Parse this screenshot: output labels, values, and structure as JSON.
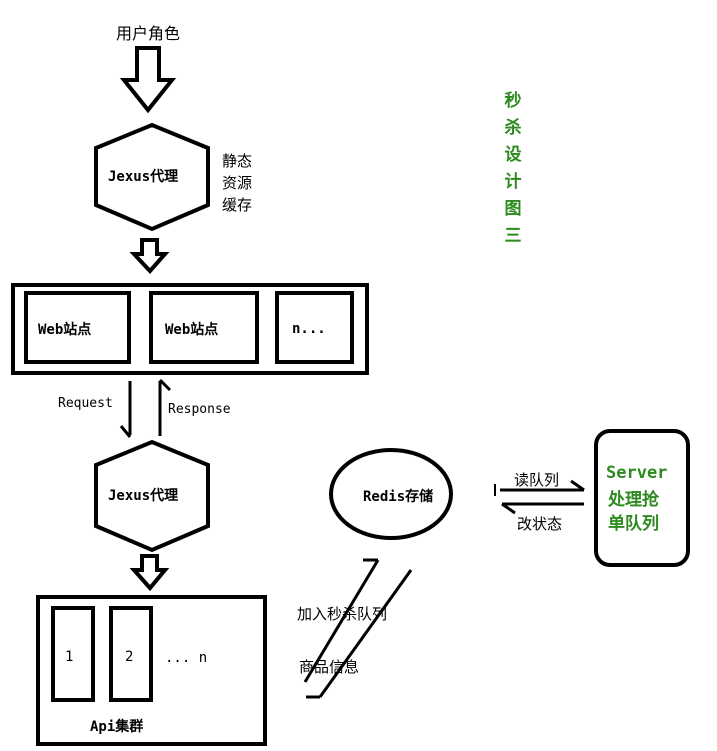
{
  "labels": {
    "user_role": "用户角色",
    "proxy_top": "Jexus代理",
    "static_cache": "静态\n资源\n缓存",
    "web1": "Web站点",
    "web2": "Web站点",
    "web_n": "n...",
    "request": "Request",
    "response": "Response",
    "proxy_bottom": "Jexus代理",
    "redis": "Redis存储",
    "read_queue": "读队列",
    "change_state": "改状态",
    "server_line1": "Server",
    "server_line2": "处理抢",
    "server_line3": "单队列",
    "add_queue": "加入秒杀队列",
    "product_info": "商品信息",
    "api1": "1",
    "api2": "2",
    "api_n": "... n",
    "api_cluster": "Api集群",
    "title": "秒杀设计图三"
  },
  "colors": {
    "accent": "#2d8a1e",
    "stroke": "#000000"
  }
}
